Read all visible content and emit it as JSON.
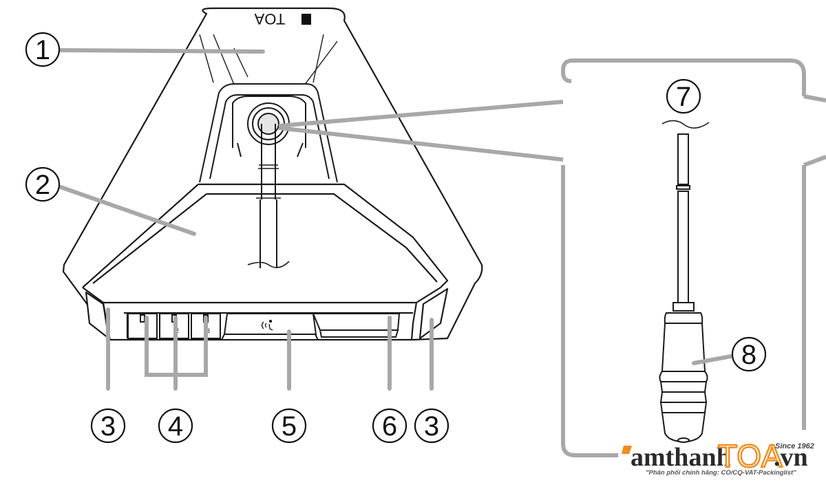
{
  "brand_logo_text": "TOA",
  "button_numbers": [
    "1",
    "2",
    "3"
  ],
  "callouts": [
    {
      "id": "c1",
      "label": "1"
    },
    {
      "id": "c2",
      "label": "2"
    },
    {
      "id": "c3a",
      "label": "3"
    },
    {
      "id": "c4",
      "label": "4"
    },
    {
      "id": "c5",
      "label": "5"
    },
    {
      "id": "c6",
      "label": "6"
    },
    {
      "id": "c3b",
      "label": "3"
    },
    {
      "id": "c7",
      "label": "7"
    },
    {
      "id": "c8",
      "label": "8"
    }
  ],
  "watermark": {
    "prefix": "amthanh",
    "brand": "TOA",
    "suffix": ".vn",
    "since": "Since 1962",
    "tagline": "\"Phân phối chính hãng: CO/CQ-VAT-Packinglist\"",
    "accent_color": "#f28c1e"
  },
  "colors": {
    "outline": "#1a1a1a",
    "leader": "#a8a8a8"
  }
}
